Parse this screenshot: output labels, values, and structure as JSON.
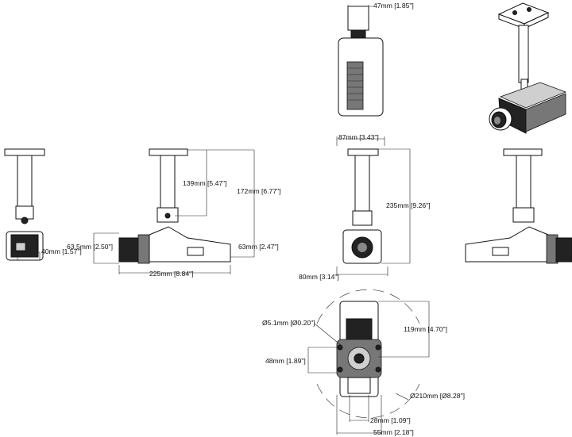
{
  "dimensions": {
    "top_width": "47mm [1.85\"]",
    "front_depth": "87mm [3.43\"]",
    "bracket_height": "139mm [5.47\"]",
    "overall_height": "172mm [6.77\"]",
    "front_total_height": "235mm [9.26\"]",
    "rear_width": "40mm [1.57\"]",
    "side_lower_left": "63.5mm [2.50\"]",
    "side_lower_right": "63mm [2.47\"]",
    "side_length": "225mm [8.84\"]",
    "front_width": "80mm [3.14\"]",
    "base_hole": "Ø5.1mm [Ø0.20\"]",
    "base_offset": "119mm [4.70\"]",
    "base_spacing": "48mm [1.89\"]",
    "base_circle": "Ø210mm [Ø8.28\"]",
    "base_inner": "28mm [1.09\"]",
    "base_outer": "55mm [2.18\"]"
  },
  "colors": {
    "line": "#111111",
    "dark_fill": "#222222",
    "mid_fill": "#777777",
    "light_fill": "#cfcfcf"
  }
}
